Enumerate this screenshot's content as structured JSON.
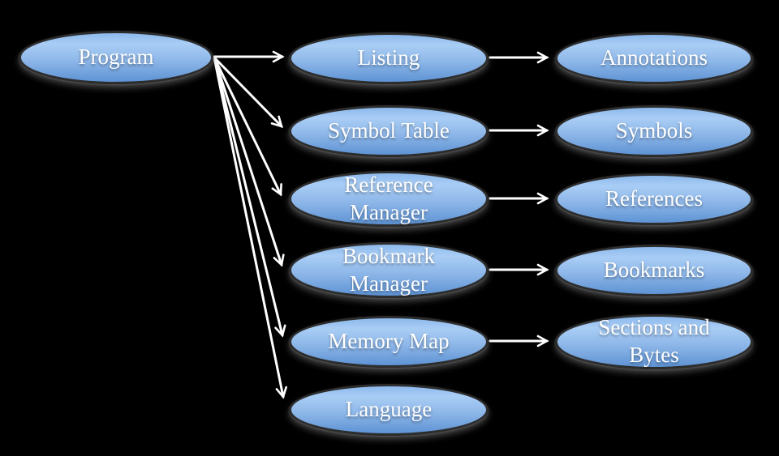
{
  "diagram": {
    "background_color": "#000000",
    "arrow_color": "#ffffff",
    "node_style": {
      "fill_top": "#a9cdf5",
      "fill_bottom": "#5e93d4",
      "border_color": "#2d2d2d",
      "text_color": "#ffffff"
    },
    "nodes": {
      "program": {
        "label": "Program"
      },
      "listing": {
        "label": "Listing"
      },
      "symbol_table": {
        "label": "Symbol Table"
      },
      "reference_manager": {
        "label": "Reference Manager"
      },
      "bookmark_manager": {
        "label": "Bookmark Manager"
      },
      "memory_map": {
        "label": "Memory Map"
      },
      "language": {
        "label": "Language"
      },
      "annotations": {
        "label": "Annotations"
      },
      "symbols": {
        "label": "Symbols"
      },
      "references": {
        "label": "References"
      },
      "bookmarks": {
        "label": "Bookmarks"
      },
      "sections_and_bytes": {
        "label": "Sections and Bytes"
      }
    },
    "edges": [
      {
        "from": "program",
        "to": "listing"
      },
      {
        "from": "program",
        "to": "symbol_table"
      },
      {
        "from": "program",
        "to": "reference_manager"
      },
      {
        "from": "program",
        "to": "bookmark_manager"
      },
      {
        "from": "program",
        "to": "memory_map"
      },
      {
        "from": "program",
        "to": "language"
      },
      {
        "from": "listing",
        "to": "annotations"
      },
      {
        "from": "symbol_table",
        "to": "symbols"
      },
      {
        "from": "reference_manager",
        "to": "references"
      },
      {
        "from": "bookmark_manager",
        "to": "bookmarks"
      },
      {
        "from": "memory_map",
        "to": "sections_and_bytes"
      }
    ]
  }
}
